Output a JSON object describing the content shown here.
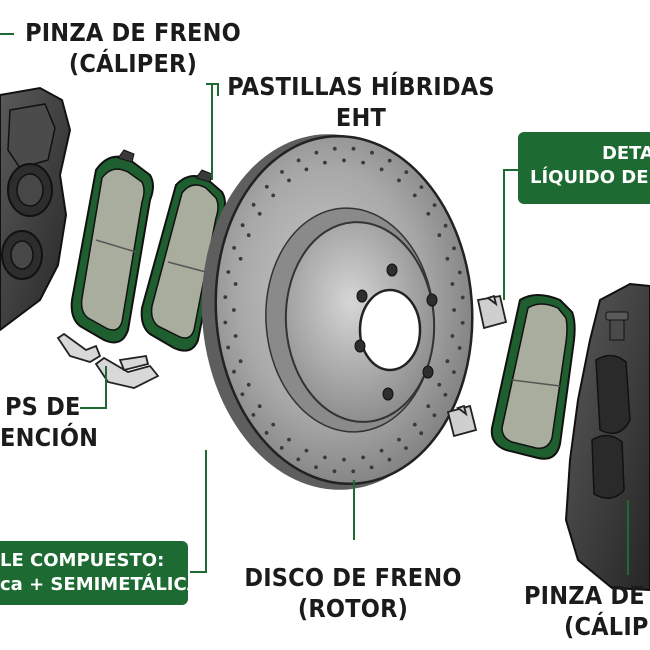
{
  "labels": {
    "caliper_left": [
      "PINZA DE FRENO",
      "(CÁLIPER)"
    ],
    "pads": [
      "PASTILLAS HÍBRIDAS",
      "EHT"
    ],
    "clips": [
      "PS DE",
      "ENCIÓN"
    ],
    "rotor": [
      "DISCO DE FRENO",
      "(ROTOR)"
    ],
    "caliper_right": [
      "PINZA DE F",
      "(CÁLIP"
    ]
  },
  "boxes": {
    "fluid_detail": [
      "DETA",
      "LÍQUIDO DE"
    ],
    "compound": [
      "LE COMPUESTO:",
      "ca + SEMIMETÁLICA"
    ]
  },
  "colors": {
    "accent_green": "#1d6b33",
    "pad_friction": "#a9ad9d",
    "rotor_metal": "#9a9a9a",
    "caliper_dark": "#3a3a3a"
  }
}
